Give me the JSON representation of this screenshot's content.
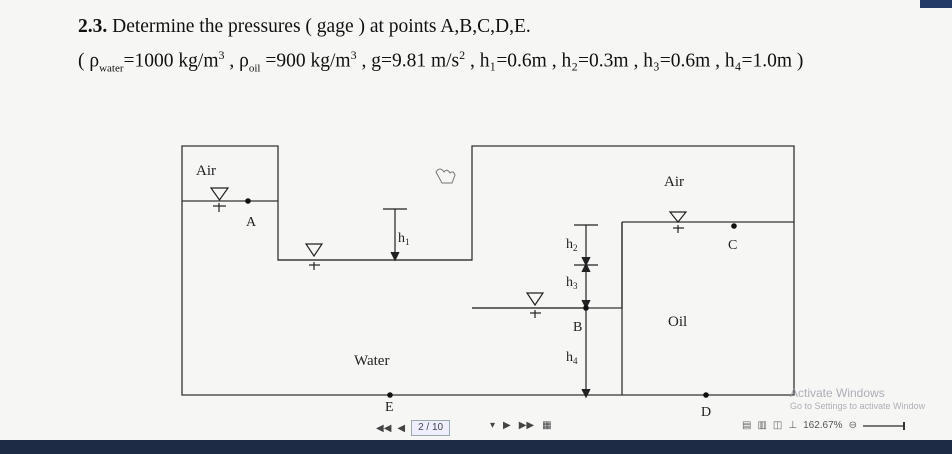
{
  "problem": {
    "number": "2.3.",
    "title": " Determine the pressures ( gage ) at points A,B,C,D,E.",
    "params_open": "( ",
    "rho_water_sym": "ρ",
    "rho_water_sub": "water",
    "rho_water_val": "=1000 kg/m",
    "rho_oil_sym": "ρ",
    "rho_oil_sub": "oil",
    "rho_oil_val": " =900 kg/m",
    "cube": "3",
    "g_val": " , g=9.81 m/s",
    "square": "2",
    "h1": " , h₁=0.6m ,",
    "h2": " h₂=0.3m ,",
    "h3": " h₃=0.6m ,",
    "h4": " h₄=1.0m )",
    "sep": " , "
  },
  "diagram": {
    "air_left": "Air",
    "air_right": "Air",
    "point_a": "A",
    "point_b": "B",
    "point_c": "C",
    "point_d": "D",
    "point_e": "E",
    "h1_label": "h",
    "h1_sub": "1",
    "h2_label": "h",
    "h2_sub": "2",
    "h3_label": "h",
    "h3_sub": "3",
    "h4_label": "h",
    "h4_sub": "4",
    "water_label": "Water",
    "oil_label": "Oil"
  },
  "viewer": {
    "page_indicator": "2 / 10",
    "zoom_level": "162.67%",
    "first_icon": "◀◀",
    "prev_icon": "◀",
    "next_icon": "▶",
    "last_icon": "▶▶"
  },
  "watermark": {
    "line1": "Activate Windows",
    "line2": "Go to Settings to activate Window"
  }
}
